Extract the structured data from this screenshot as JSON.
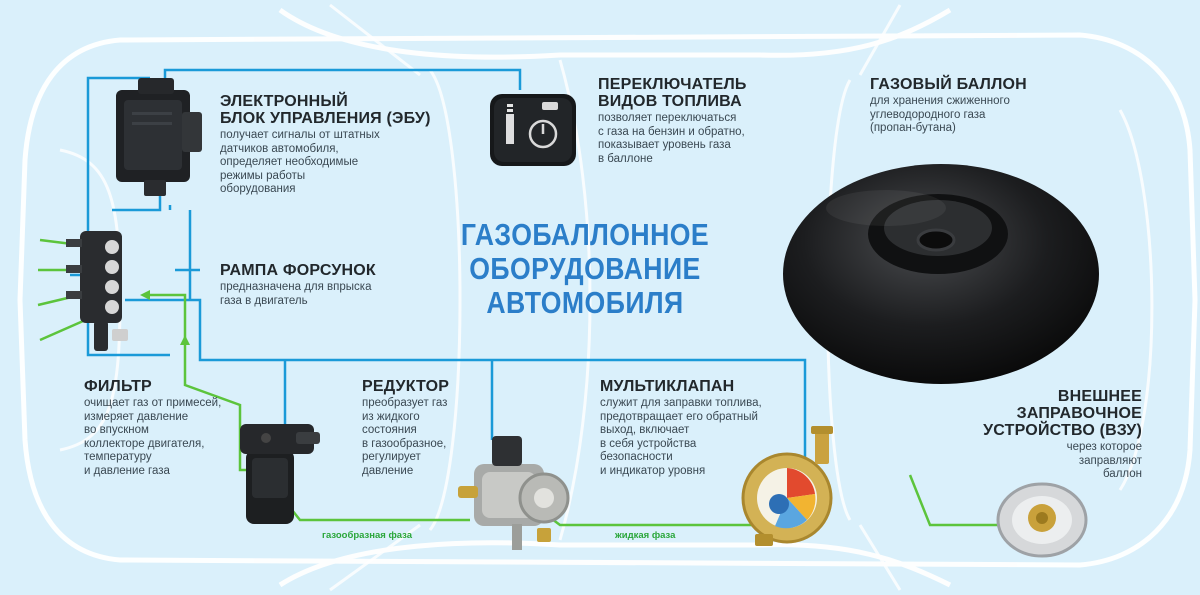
{
  "title_lines": [
    "ГАЗОБАЛЛОННОЕ",
    "ОБОРУДОВАНИЕ",
    "АВТОМОБИЛЯ"
  ],
  "components": {
    "ecu": {
      "title_lines": [
        "ЭЛЕКТРОННЫЙ",
        "БЛОК УПРАВЛЕНИЯ (ЭБУ)"
      ],
      "desc_lines": [
        "получает сигналы от штатных",
        "датчиков автомобиля,",
        "определяет необходимые",
        "режимы работы",
        "оборудования"
      ]
    },
    "switch": {
      "title_lines": [
        "ПЕРЕКЛЮЧАТЕЛЬ",
        "ВИДОВ ТОПЛИВА"
      ],
      "desc_lines": [
        "позволяет переключаться",
        "с газа на бензин и обратно,",
        "показывает уровень газа",
        "в баллоне"
      ]
    },
    "tank": {
      "title_lines": [
        "ГАЗОВЫЙ БАЛЛОН"
      ],
      "desc_lines": [
        "для хранения сжиженного",
        "углеводородного газа",
        "(пропан-бутана)"
      ]
    },
    "injectors": {
      "title_lines": [
        "РАМПА ФОРСУНОК"
      ],
      "desc_lines": [
        "предназначена для впрыска",
        "газа в двигатель"
      ]
    },
    "filter": {
      "title_lines": [
        "ФИЛЬТР"
      ],
      "desc_lines": [
        "очищает газ от примесей,",
        "измеряет давление",
        "во впускном",
        "коллекторе двигателя,",
        "температуру",
        "и давление газа"
      ]
    },
    "reducer": {
      "title_lines": [
        "РЕДУКТОР"
      ],
      "desc_lines": [
        "преобразует газ",
        "из жидкого",
        "состояния",
        "в газообразное,",
        "регулирует",
        "давление"
      ]
    },
    "multivalve": {
      "title_lines": [
        "МУЛЬТИКЛАПАН"
      ],
      "desc_lines": [
        "служит для заправки топлива,",
        "предотвращает его обратный",
        "выход, включает",
        "в себя устройства",
        "безопасности",
        "и индикатор уровня"
      ]
    },
    "filler": {
      "title_lines": [
        "ВНЕШНЕЕ",
        "ЗАПРАВОЧНОЕ",
        "УСТРОЙСТВО (ВЗУ)"
      ],
      "desc_lines": [
        "через которое",
        "заправляют",
        "баллон"
      ]
    }
  },
  "phases": {
    "gas": "газообразная фаза",
    "liquid": "жидкая фаза"
  },
  "colors": {
    "background": "#daf0fb",
    "car_outline": "#ffffff",
    "signal_wire": "#1a9ad8",
    "gas_line": "#5cc43c",
    "title": "#2b7ec9"
  }
}
